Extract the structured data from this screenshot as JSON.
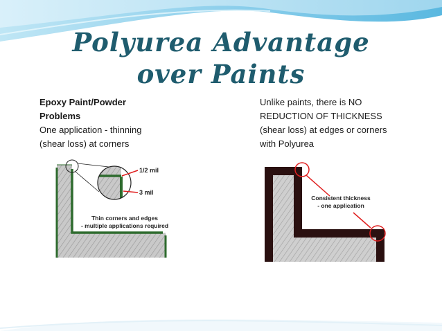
{
  "slide": {
    "title_line1": "Polyurea Advantage",
    "title_line2": "over Paints"
  },
  "left_column": {
    "heading_line1": "Epoxy Paint/Powder",
    "heading_line2": "Problems",
    "body_line1": "One application - thinning",
    "body_line2": "(shear loss) at corners"
  },
  "right_column": {
    "line1": "Unlike paints, there is NO",
    "line2": "REDUCTION OF THICKNESS",
    "line3": "(shear loss) at edges or corners",
    "line4": "with Polyurea"
  },
  "left_figure": {
    "label_half_mil": "1/2 mil",
    "label_3_mil": "3 mil",
    "caption_line1": "Thin corners and edges",
    "caption_line2": "- multiple applications required"
  },
  "right_figure": {
    "caption_line1": "Consistent thickness",
    "caption_line2": "- one application"
  },
  "colors": {
    "title": "#1f5c6e",
    "paint_coating": "#2e6b2e",
    "polyurea_coating": "#2a1010",
    "highlight_circle": "#e02020"
  }
}
